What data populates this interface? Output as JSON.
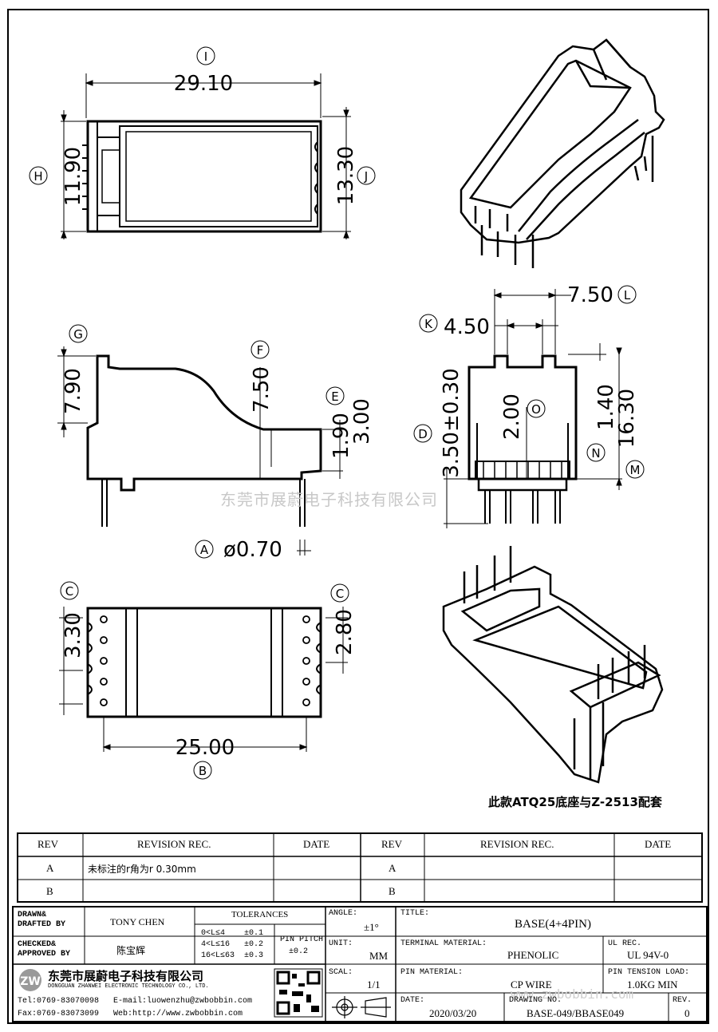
{
  "dims": {
    "I": "29.10",
    "H": "11.90",
    "J": "13.30",
    "G": "7.90",
    "F": "7.50",
    "E1": "1.90",
    "E2": "3.00",
    "A": "ø0.70",
    "C1": "3.30",
    "C2": "2.80",
    "B": "25.00",
    "K": "4.50",
    "L": "7.50",
    "D": "3.50±0.30",
    "O": "2.00",
    "N": "1.40",
    "M": "16.30"
  },
  "letters": {
    "I": "I",
    "H": "H",
    "J": "J",
    "G": "G",
    "F": "F",
    "E": "E",
    "A": "A",
    "C": "C",
    "B": "B",
    "K": "K",
    "L": "L",
    "D": "D",
    "O": "O",
    "N": "N",
    "M": "M"
  },
  "note": "此款ATQ25底座与Z-2513配套",
  "watermark": "东莞市展蔚电子科技有限公司",
  "watermark_url": "www.zwbobbin.com",
  "revision": {
    "headers": [
      "REV",
      "REVISION REC.",
      "DATE",
      "REV",
      "REVISION REC.",
      "DATE"
    ],
    "rows": [
      {
        "rev": "A",
        "rec": "未标注的r角为r 0.30mm",
        "date": "",
        "rev2": "A",
        "rec2": "",
        "date2": ""
      },
      {
        "rev": "B",
        "rec": "",
        "date": "",
        "rev2": "B",
        "rec2": "",
        "date2": ""
      }
    ]
  },
  "titleblock": {
    "drawn_label": "DRAWN&\nDRAFTED BY",
    "drawn_by": "TONY CHEN",
    "checked_label": "CHECKED&\nAPPROVED BY",
    "checked_by": "陈宝辉",
    "tolerances_label": "TOLERANCES",
    "tol_rows": [
      "0<L≤4    ±0.1",
      "4<L≤16   ±0.2",
      "16<L≤63  ±0.3"
    ],
    "pin_pitch_label": "PIN PITCH",
    "pin_pitch": "±0.2",
    "angle_label": "ANGLE:",
    "angle": "±1°",
    "unit_label": "UNIT:",
    "unit": "MM",
    "scale_label": "SCAL:",
    "scale": "1/1",
    "title_label": "TITLE:",
    "title": "BASE(4+4PIN)",
    "terminal_label": "TERMINAL MATERIAL:",
    "terminal": "PHENOLIC",
    "ul_label": "UL REC.",
    "ul": "UL 94V-0",
    "pin_material_label": "PIN MATERIAL:",
    "pin_material": "CP WIRE",
    "tension_label": "PIN TENSION LOAD:",
    "tension": "1.0KG MIN",
    "date_label": "DATE:",
    "date": "2020/03/20",
    "drawing_label": "DRAWING NO.",
    "drawing": "BASE-049/BBASE049",
    "rev_label": "REV.",
    "rev": "0",
    "company_cn": "东莞市展蔚电子科技有限公司",
    "company_en": "DONGGUAN ZHANWEI ELECTRONIC TECHNOLOGY CO., LTD.",
    "tel": "Tel:0769-83070098",
    "email": "E-mail:luowenzhu@zwbobbin.com",
    "fax": "Fax:0769-83073099",
    "web": "Web:http://www.zwbobbin.com"
  }
}
